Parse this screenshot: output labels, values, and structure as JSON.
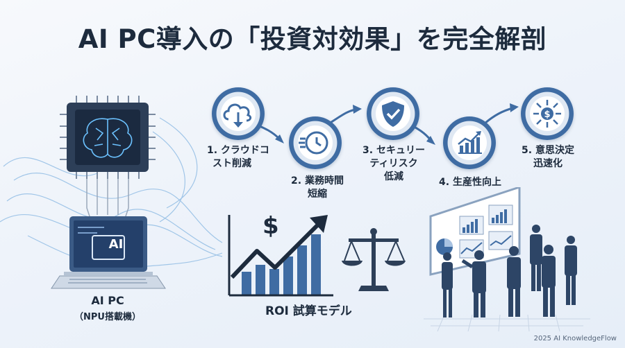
{
  "title": "AI PC導入の「投資対効果」を完全解剖",
  "steps": [
    {
      "line1": "1. クラウドコ",
      "line2": "スト削減",
      "icon": "cloud-download-icon"
    },
    {
      "line1": "2. 業務時間",
      "line2": "短縮",
      "icon": "clock-icon"
    },
    {
      "line1": "3. セキュリー",
      "line2": "ティリスク",
      "line3": "低減",
      "icon": "shield-check-icon"
    },
    {
      "line1": "4. 生産性向上",
      "icon": "growth-chart-icon"
    },
    {
      "line1": "5. 意思決定",
      "line2": "迅速化",
      "icon": "dollar-arrows-icon"
    }
  ],
  "laptop": {
    "screen_text": "AI",
    "caption": "AI PC",
    "sub_caption": "（NPU搭載機）"
  },
  "roi": {
    "symbol": "$",
    "caption": "ROI 試算モデル"
  },
  "footer": "2025 AI KnowledgeFlow",
  "colors": {
    "primary": "#3f6ca3",
    "dark": "#1d2b3d",
    "light": "#dfe8f3"
  }
}
